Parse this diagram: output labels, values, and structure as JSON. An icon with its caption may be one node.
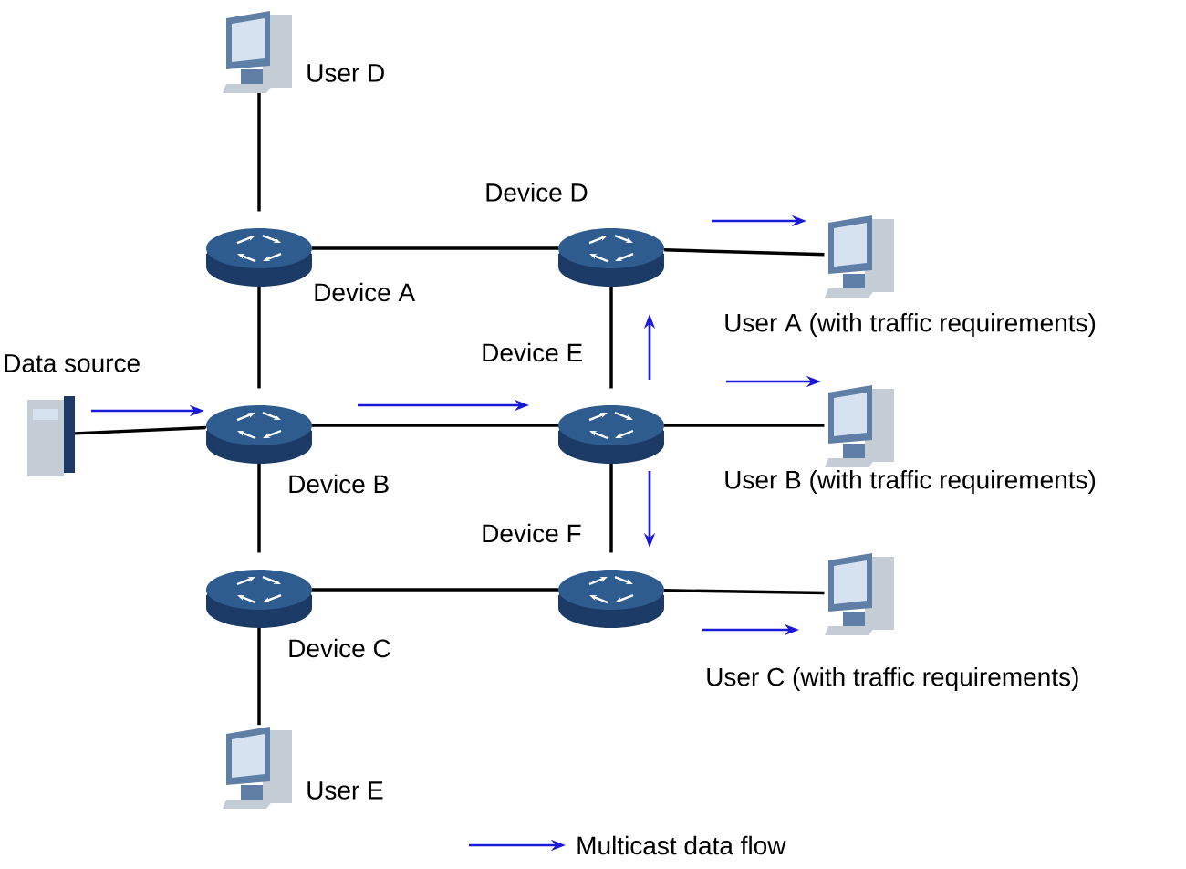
{
  "diagram": {
    "nodes": [
      {
        "text": [
          "User D"
        ]
      },
      {
        "text": [
          "Device A"
        ]
      },
      {
        "text": [
          "Device D"
        ]
      },
      {
        "text": [
          "User A (with traffic requirements)"
        ]
      },
      {
        "text": [
          "Data source"
        ]
      },
      {
        "text": [
          "Device B"
        ]
      },
      {
        "text": [
          "Device E"
        ]
      },
      {
        "text": [
          "User B (with traffic requirements)"
        ]
      },
      {
        "text": [
          "Device C"
        ]
      },
      {
        "text": [
          "Device F"
        ]
      },
      {
        "text": [
          "User C (with traffic requirements)"
        ]
      },
      {
        "text": [
          "User E"
        ]
      }
    ],
    "edges": [
      {
        "from": 0,
        "to": 1,
        "arrow": "none"
      },
      {
        "from": 1,
        "to": 2,
        "arrow": "none"
      },
      {
        "from": 2,
        "to": 3,
        "arrow": "none"
      },
      {
        "from": 1,
        "to": 5,
        "arrow": "none"
      },
      {
        "from": 2,
        "to": 6,
        "arrow": "none"
      },
      {
        "from": 4,
        "to": 5,
        "arrow": "none"
      },
      {
        "from": 5,
        "to": 6,
        "arrow": "none"
      },
      {
        "from": 6,
        "to": 7,
        "arrow": "none"
      },
      {
        "from": 5,
        "to": 8,
        "arrow": "none"
      },
      {
        "from": 6,
        "to": 9,
        "arrow": "none"
      },
      {
        "from": 8,
        "to": 9,
        "arrow": "none"
      },
      {
        "from": 9,
        "to": 10,
        "arrow": "none"
      },
      {
        "from": 8,
        "to": 11,
        "arrow": "none"
      }
    ],
    "legend": [
      {
        "text": "Multicast data flow"
      }
    ]
  }
}
